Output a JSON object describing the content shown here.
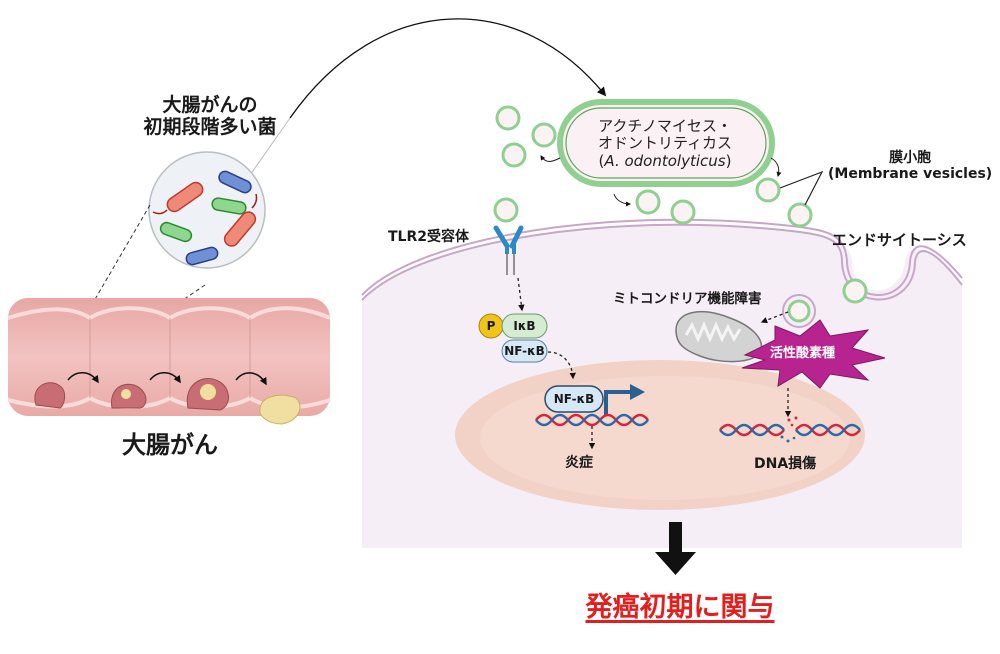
{
  "figure": {
    "bacteria_caption_line1": "大腸がんの",
    "bacteria_caption_line2": "初期段階多い菌",
    "colon_label": "大腸がん",
    "species_name_line1": "アクチノマイセス・",
    "species_name_line2": "オドントリティカス",
    "species_name_latin_open": "(",
    "species_name_latin": "A. odontolyticus",
    "species_name_latin_close": ")",
    "vesicles_label_line1": "膜小胞",
    "vesicles_label_line2": "(Membrane vesicles)",
    "endocytosis_label": "エンドサイトーシス",
    "receptor_label": "TLR2受容体",
    "phospho_label": "P",
    "ikb_label": "IκB",
    "nfkb_label": "NF-κB",
    "nfkb_nuclear_label": "NF-κB",
    "inflammation_label": "炎症",
    "mito_label": "ミトコンドリア機能障害",
    "ros_label": "活性酸素種",
    "dna_damage_label": "DNA損傷",
    "conclusion_label": "発癌初期に関与"
  },
  "colors": {
    "vesicle_green": "#8fcf8f",
    "cell_bg": "#f6eef6",
    "nucleus": "#f2d2c6",
    "ros_magenta": "#b8248f",
    "conclusion_red": "#e41d1d",
    "receptor_blue": "#2a8ac8",
    "phospho_yellow": "#f2c31a",
    "ikb_green": "#d6ecd2",
    "nfkb_blue": "#d6e8f6"
  }
}
